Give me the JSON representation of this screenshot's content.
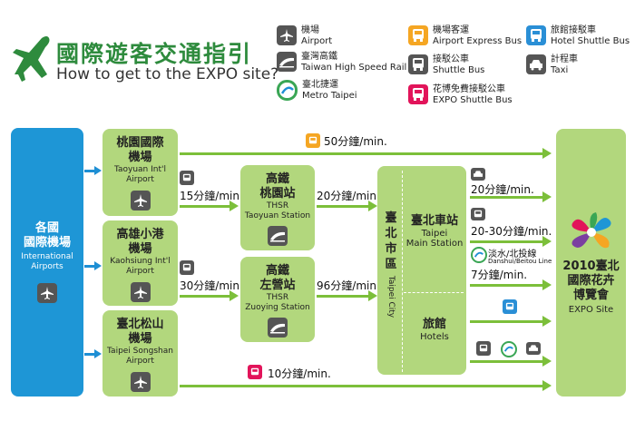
{
  "header": {
    "title_zh": "國際遊客交通指引",
    "title_en": "How to get to the EXPO site?"
  },
  "legend": [
    {
      "zh": "機場",
      "en": "Airport",
      "icon": "airport-icon",
      "color": "#555555"
    },
    {
      "zh": "臺灣高鐵",
      "en": "Taiwan High Speed Rail",
      "icon": "thsr-icon",
      "color": "#555555"
    },
    {
      "zh": "臺北捷運",
      "en": "Metro Taipei",
      "icon": "metro-icon",
      "color": "#3aa655"
    },
    {
      "zh": "機場客運",
      "en": "Airport Express Bus",
      "icon": "airport-bus-icon",
      "color": "#f5a623"
    },
    {
      "zh": "接駁公車",
      "en": "Shuttle Bus",
      "icon": "shuttle-bus-icon",
      "color": "#555555"
    },
    {
      "zh": "花博免費接駁公車",
      "en": "EXPO Shuttle Bus",
      "icon": "expo-bus-icon",
      "color": "#e2145a"
    },
    {
      "zh": "旅館接駁車",
      "en": "Hotel Shuttle Bus",
      "icon": "hotel-bus-icon",
      "color": "#2a8fd6"
    },
    {
      "zh": "計程車",
      "en": "Taxi",
      "icon": "taxi-icon",
      "color": "#555555"
    }
  ],
  "nodes": {
    "international_airports": {
      "zh1": "各國",
      "zh2": "國際機場",
      "en1": "International",
      "en2": "Airports"
    },
    "taoyuan": {
      "zh1": "桃園國際",
      "zh2": "機場",
      "en1": "Taoyuan Int'l",
      "en2": "Airport"
    },
    "kaohsiung": {
      "zh1": "高雄小港",
      "zh2": "機場",
      "en1": "Kaohsiung Int'l",
      "en2": "Airport"
    },
    "songshan": {
      "zh1": "臺北松山",
      "zh2": "機場",
      "en1": "Taipei Songshan",
      "en2": "Airport"
    },
    "thsr_taoyuan": {
      "zh1": "高鐵",
      "zh2": "桃園站",
      "en1": "THSR",
      "en2": "Taoyuan Station"
    },
    "thsr_zuoying": {
      "zh1": "高鐵",
      "zh2": "左營站",
      "en1": "THSR",
      "en2": "Zuoying Station"
    },
    "taipei_city": {
      "zh": "臺北市區",
      "en": "Taipei City"
    },
    "taipei_main": {
      "zh": "臺北車站",
      "en1": "Taipei",
      "en2": "Main Station"
    },
    "hotels": {
      "zh": "旅館",
      "en": "Hotels"
    },
    "expo": {
      "zh1": "2010臺北",
      "zh2": "國際花卉",
      "zh3": "博覽會",
      "en": "EXPO Site"
    }
  },
  "routes": {
    "taoyuan_expo": "50分鐘/min.",
    "taoyuan_thsr": "15分鐘/min.",
    "kaohsiung_thsr": "30分鐘/min.",
    "thsr_taoyuan_city": "20分鐘/min.",
    "thsr_zuoying_city": "96分鐘/min.",
    "main_taxi": "20分鐘/min.",
    "main_bus": "20-30分鐘/min.",
    "metro_line": "淡水/北投線",
    "metro_line_en": "Danshui/Beitou Line",
    "main_metro": "7分鐘/min.",
    "songshan_expo": "10分鐘/min."
  }
}
